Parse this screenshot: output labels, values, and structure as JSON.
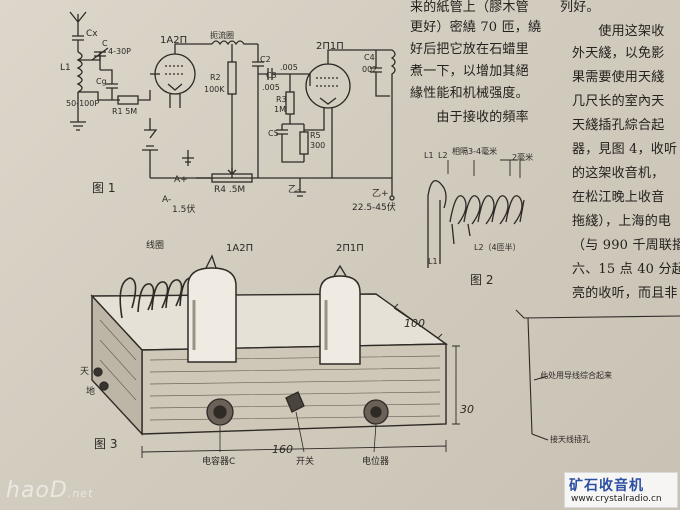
{
  "circuit": {
    "antenna": "Y",
    "cx": "Cx",
    "l1": "L1",
    "c_trim": "C",
    "c_trim_value": "4-30P",
    "cg": "Cg",
    "cg_value": "50-100P",
    "r1": "R1 5M",
    "tube1": "1A2Π",
    "coil": "扼流圈",
    "r2": "R2",
    "r2_value": "100K",
    "c2": "C2",
    "c2_value": ".005",
    "c3": "C3",
    "c3_value": ".005",
    "tube2": "2Π1Π",
    "c4": "C4",
    "c4_value": "002",
    "r3": "R3",
    "r3_value": "1M",
    "c5": "C5",
    "r5": "R5",
    "r5_value": "300",
    "r4": "R4 .5M",
    "a_minus": "A-",
    "a_plus": "A+",
    "volt_15": "1.5伏",
    "b_minus": "乙-",
    "b_plus": "乙+",
    "volt_b": "22.5-45伏",
    "fig1": "图 1"
  },
  "article": {
    "lines": [
      "来的紙管上（膠木管",
      "更好）密繞 70 匝，繞",
      "好后把它放在石蜡里",
      "煮一下，以增加其絕",
      "緣性能和机械强度。",
      "　　由于接收的頻率"
    ],
    "right_lines": [
      "列好。",
      "　　使用这架收",
      "外天綫，以免影",
      "果需要使用天綫",
      "几尺长的室內天",
      "天綫插孔綜合起",
      "器，見图 4，收听",
      "的这架收音机，",
      "在松江晚上收音",
      "拖綫），上海的电",
      "（与 990 千周联播",
      "六、15 点 40 分起",
      "亮的收听，而且非"
    ]
  },
  "fig2": {
    "l1": "L1",
    "l2": "L2",
    "spacing": "相隔3-4毫米",
    "two_mm": "2毫米",
    "l2_note": "L2（4匝半）",
    "l1_bottom": "L1",
    "caption": "图 2"
  },
  "fig3": {
    "coil": "线圈",
    "tube1": "1A2Π",
    "tube2": "2Π1Π",
    "dim_100": "100",
    "dim_30": "30",
    "dim_160": "160",
    "side_a": "天",
    "side_b": "地",
    "capacitor": "电容器C",
    "switch": "开关",
    "potentiometer": "电位器",
    "caption": "图 3"
  },
  "fig4": {
    "note1": "此处用导线综合起来",
    "note2": "接天线插孔"
  },
  "watermarks": {
    "left": "haoD",
    "left_small": ".net",
    "right_cn": "矿石收音机",
    "right_url": "www.crystalradio.cn"
  }
}
